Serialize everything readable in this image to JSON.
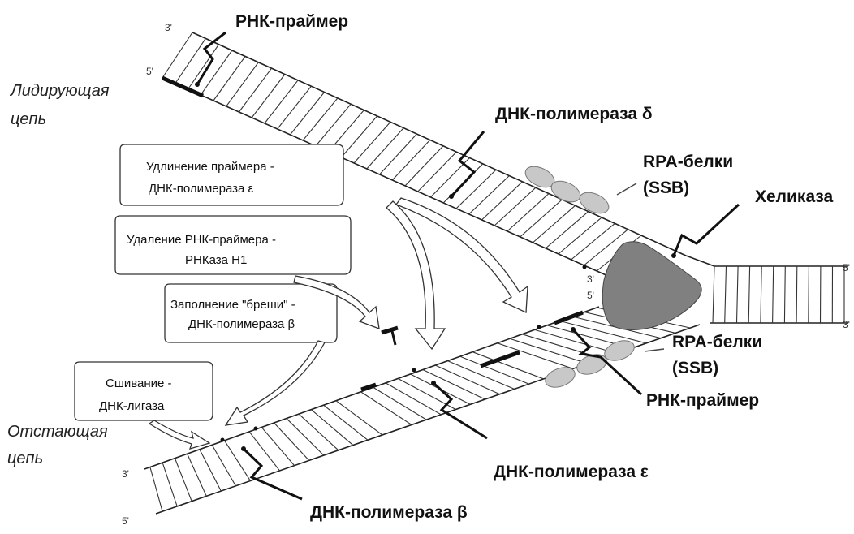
{
  "labels": {
    "rna_primer_top": "РНК-праймер",
    "leading_strand_1": "Лидирующая",
    "leading_strand_2": "цепь",
    "pol_delta": "ДНК-полимераза δ",
    "rpa_top_1": "RPA-белки",
    "rpa_top_2": "(SSB)",
    "helicase": "Хеликаза",
    "rpa_bottom_1": "RPA-белки",
    "rpa_bottom_2": "(SSB)",
    "rna_primer_bottom": "РНК-праймер",
    "pol_epsilon": "ДНК-полимераза ε",
    "pol_beta": "ДНК-полимераза β",
    "lagging_strand_1": "Отстающая",
    "lagging_strand_2": "цепь"
  },
  "ends": {
    "top_3": "3'",
    "top_5": "5'",
    "right_5": "5'",
    "right_3": "3'",
    "fork_3": "3'",
    "fork_5": "5'",
    "bottom_3": "3'",
    "bottom_5": "5'"
  },
  "callouts": {
    "primer_extension_1": "Удлинение праймера -",
    "primer_extension_2": "ДНК-полимераза ε",
    "primer_removal_1": "Удаление РНК-праймера -",
    "primer_removal_2": "РНКаза Н1",
    "gap_filling_1": "Заполнение \"бреши\" -",
    "gap_filling_2": "ДНК-полимераза β",
    "ligation_1": "Сшивание -",
    "ligation_2": "ДНК-лигаза"
  },
  "colors": {
    "helicase": "#808080",
    "ssb": "#c8c8c8",
    "strand": "#222222"
  }
}
